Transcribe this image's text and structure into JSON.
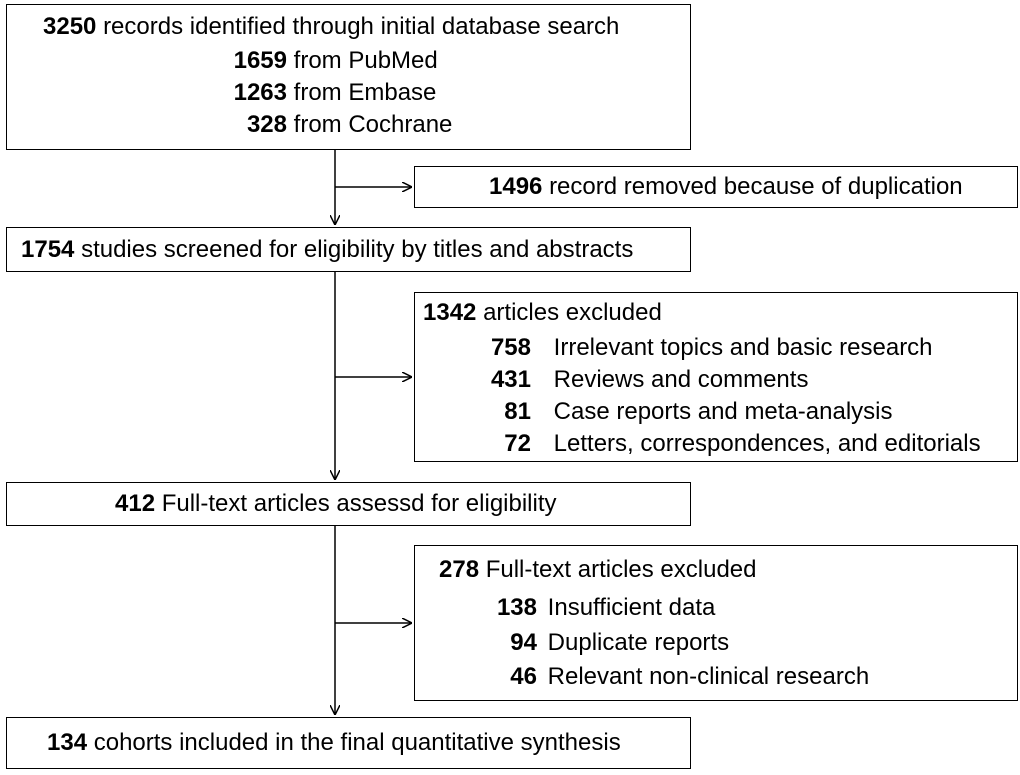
{
  "box1": {
    "line1": {
      "count": "3250",
      "text": "records identified through initial database search"
    },
    "sources": [
      {
        "count": "1659",
        "text": "from PubMed"
      },
      {
        "count": "1263",
        "text": "from Embase"
      },
      {
        "count": "328",
        "text": "from Cochrane"
      }
    ]
  },
  "dup": {
    "count": "1496",
    "text": "record removed because of duplication"
  },
  "screened": {
    "count": "1754",
    "text": "studies screened for eligibility by titles and abstracts"
  },
  "excl1": {
    "count": "1342",
    "text": "articles excluded",
    "items": [
      {
        "count": "758",
        "text": "Irrelevant topics and basic research"
      },
      {
        "count": "431",
        "text": "Reviews and comments"
      },
      {
        "count": "81",
        "text": "Case reports and meta-analysis"
      },
      {
        "count": "72",
        "text": "Letters, correspondences, and editorials"
      }
    ]
  },
  "fulltext": {
    "count": "412",
    "text": "Full-text articles assessd for eligibility"
  },
  "excl2": {
    "count": "278",
    "text": "Full-text articles excluded",
    "items": [
      {
        "count": "138",
        "text": "Insufficient data"
      },
      {
        "count": "94",
        "text": "Duplicate reports"
      },
      {
        "count": "46",
        "text": "Relevant non-clinical research"
      }
    ]
  },
  "final": {
    "count": "134",
    "text": "cohorts included in the final quantitative synthesis"
  }
}
